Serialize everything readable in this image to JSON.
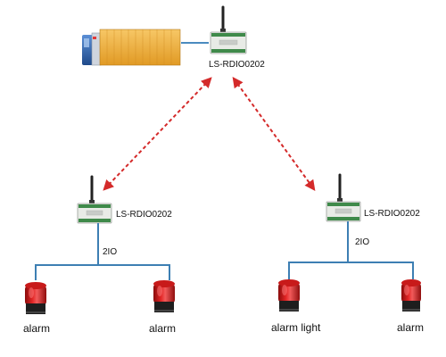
{
  "devices": {
    "top": {
      "label": "LS-RDIO0202"
    },
    "left": {
      "label": "LS-RDIO0202",
      "bus_label": "2IO"
    },
    "right": {
      "label": "LS-RDIO0202",
      "bus_label": "2IO"
    }
  },
  "alarms": {
    "left_1": {
      "label": "alarm"
    },
    "left_2": {
      "label": "alarm"
    },
    "right_1": {
      "label": "alarm light"
    },
    "right_2": {
      "label": "alarm"
    }
  },
  "colors": {
    "wireless_link": "#d42a2a",
    "bus_line": "#3d7fb3",
    "truck_connector": "#4a8bbf",
    "module_body": "#e8ebe6",
    "module_terminal": "#3f8a4a",
    "alarm_red": "#d11818",
    "alarm_base": "#1e1e1e",
    "truck_cargo": "#f2b13a",
    "truck_cab": "#2d5fa8"
  },
  "icons": [
    "truck-icon",
    "io-module-icon",
    "antenna-icon",
    "alarm-beacon-icon"
  ]
}
